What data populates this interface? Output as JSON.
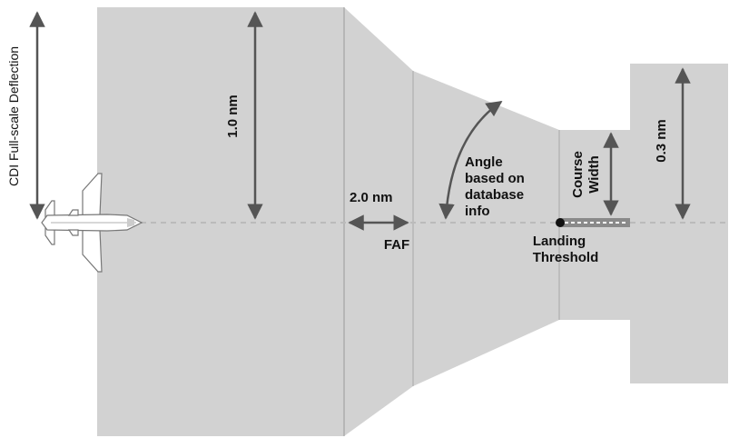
{
  "labels": {
    "cdi_deflection": "CDI Full-scale Deflection",
    "one_nm": "1.0 nm",
    "two_nm": "2.0 nm",
    "faf": "FAF",
    "angle_line1": "Angle",
    "angle_line2": "based on",
    "angle_line3": "database",
    "angle_line4": "info",
    "landing_line1": "Landing",
    "landing_line2": "Threshold",
    "course_line1": "Course",
    "course_line2": "Width",
    "point_three_nm": "0.3 nm"
  },
  "colors": {
    "zone_fill": "#d2d2d2",
    "zone_edge": "#a8a8a8",
    "arrow": "#555555",
    "course_line": "#bbbbbb",
    "text": "#111111"
  }
}
